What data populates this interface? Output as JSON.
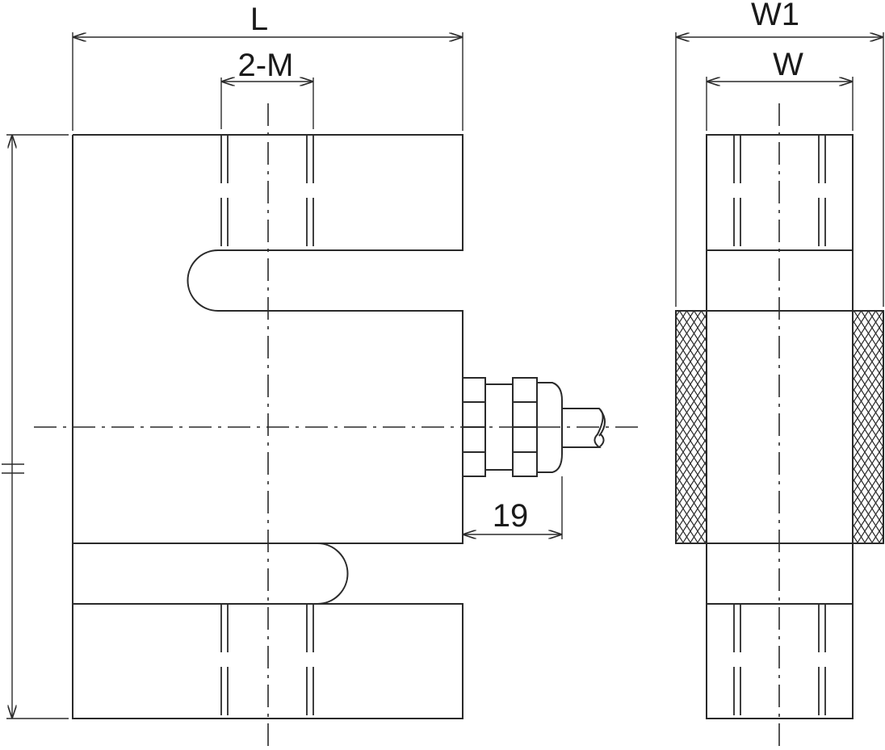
{
  "labels": {
    "length": "L",
    "thread": "2-M",
    "width_total": "W1",
    "width": "W",
    "cable_offset": "19"
  },
  "colors": {
    "line": "#2a2a2a",
    "text": "#1a1a1a",
    "background": "#ffffff"
  }
}
